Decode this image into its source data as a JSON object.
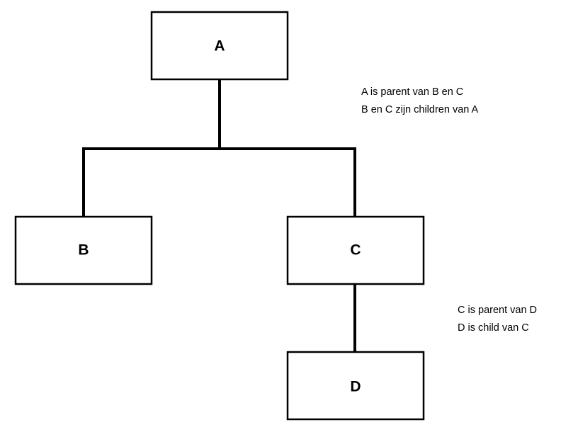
{
  "nodes": {
    "a": {
      "label": "A"
    },
    "b": {
      "label": "B"
    },
    "c": {
      "label": "C"
    },
    "d": {
      "label": "D"
    }
  },
  "annotations": {
    "top": {
      "line1": "A is parent van B en C",
      "line2": "B en C zijn children van A"
    },
    "bottom": {
      "line1": "C is parent van D",
      "line2": "D is child van C"
    }
  },
  "colors": {
    "stroke": "#000000",
    "fill": "#ffffff"
  }
}
